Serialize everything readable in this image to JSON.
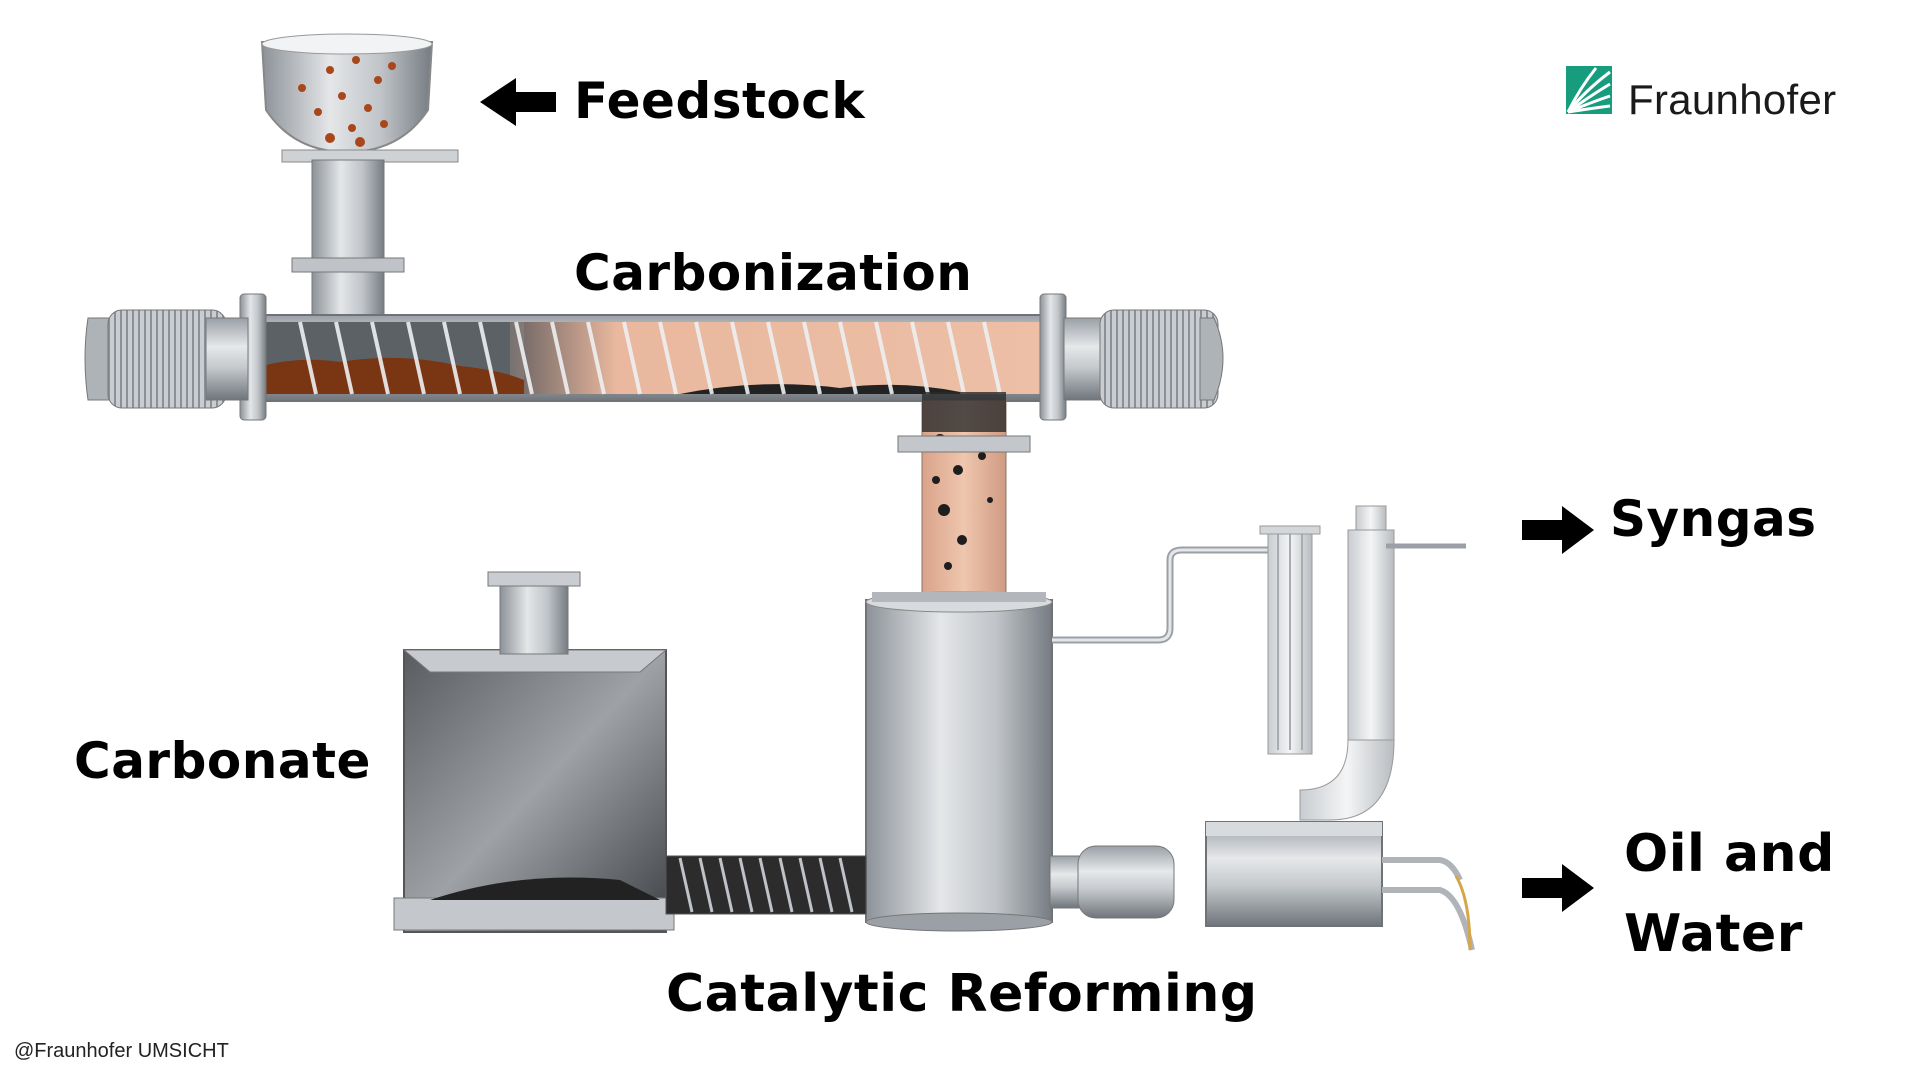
{
  "labels": {
    "feedstock": "Feedstock",
    "carbonization": "Carbonization",
    "syngas": "Syngas",
    "carbonate": "Carbonate",
    "oil_line1": "Oil and",
    "oil_line2": "Water",
    "catalytic_reforming": "Catalytic Reforming"
  },
  "logo": {
    "text": "Fraunhofer",
    "color": "#179c7d"
  },
  "credit": "@Fraunhofer UMSICHT",
  "colors": {
    "steel": "#c4c8cc",
    "steel_dark": "#7c8288",
    "biomass": "#8a3a12",
    "steam": "#e8b69c",
    "char": "#1c1c1c",
    "arrow": "#000000"
  }
}
